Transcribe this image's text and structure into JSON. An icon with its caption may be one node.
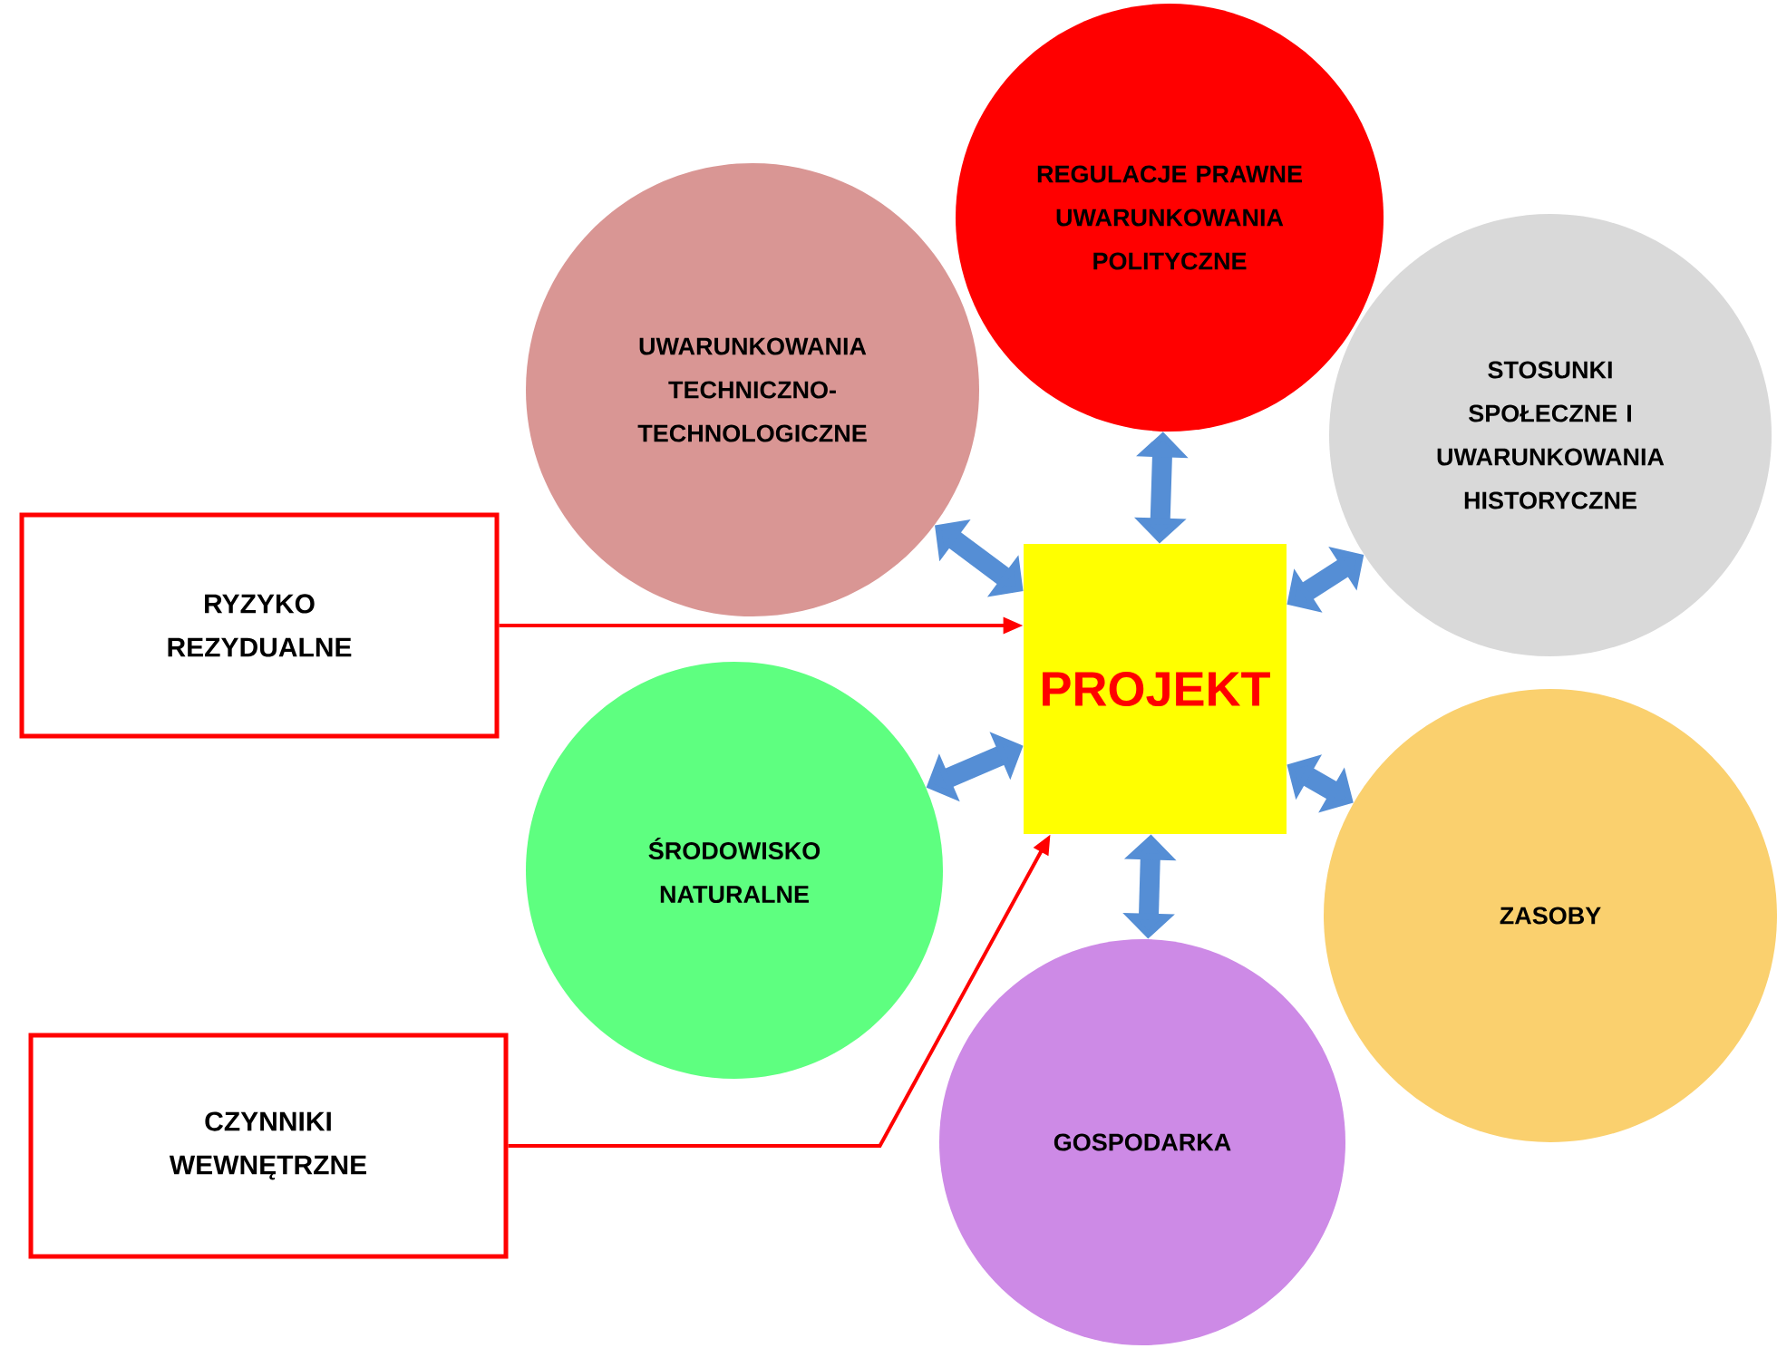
{
  "diagram": {
    "nodes": [
      {
        "text": [
          "PROJEKT"
        ]
      },
      {
        "text": [
          "UWARUNKOWANIA TECHNICZNO-TECHNOLOGICZNE"
        ]
      },
      {
        "text": [
          "REGULACJE PRAWNE UWARUNKOWANIA POLITYCZNE"
        ]
      },
      {
        "text": [
          "STOSUNKI SPOŁECZNE I UWARUNKOWANIA HISTORYCZNE"
        ]
      },
      {
        "text": [
          "ŚRODOWISKO NATURALNE"
        ]
      },
      {
        "text": [
          "ZASOBY"
        ]
      },
      {
        "text": [
          "GOSPODARKA"
        ]
      },
      {
        "text": [
          "RYZYKO REZYDUALNE"
        ]
      },
      {
        "text": [
          "CZYNNIKI WEWNĘTRZNE"
        ]
      }
    ],
    "edges": [
      {
        "from": 0,
        "to": 1,
        "arrow": "both"
      },
      {
        "from": 0,
        "to": 2,
        "arrow": "both"
      },
      {
        "from": 0,
        "to": 3,
        "arrow": "both"
      },
      {
        "from": 0,
        "to": 4,
        "arrow": "both"
      },
      {
        "from": 0,
        "to": 5,
        "arrow": "both"
      },
      {
        "from": 0,
        "to": 6,
        "arrow": "both"
      },
      {
        "from": 7,
        "to": 0,
        "arrow": "to",
        "color": "#ff0000"
      },
      {
        "from": 8,
        "to": 0,
        "arrow": "to",
        "color": "#ff0000"
      }
    ]
  }
}
